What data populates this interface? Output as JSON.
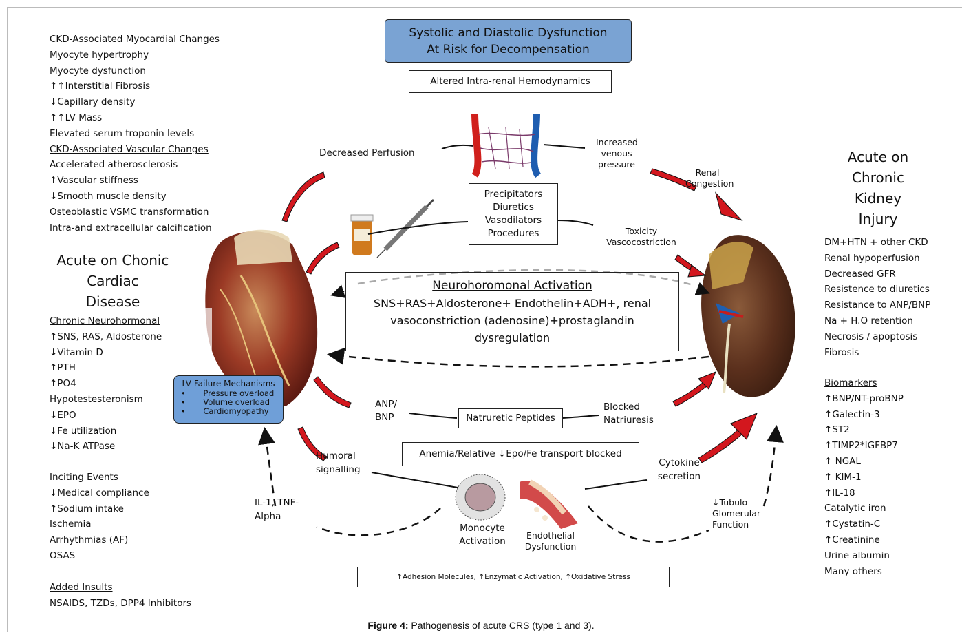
{
  "top_box": {
    "line1": "Systolic and Diastolic Dysfunction",
    "line2": "At Risk for Decompensation"
  },
  "hemodynamics_box": "Altered Intra-renal Hemodynamics",
  "left_column": {
    "myocardial_heading": "CKD-Associated Myocardial Changes",
    "myocardial_items": [
      "Myocyte hypertrophy",
      "Myocyte dysfunction",
      "↑↑Interstitial Fibrosis",
      "↓Capillary density",
      "↑↑LV Mass",
      "Elevated serum troponin levels"
    ],
    "vascular_heading": "CKD-Associated Vascular Changes",
    "vascular_items": [
      "Accelerated atherosclerosis",
      "↑Vascular stiffness",
      "↓Smooth muscle density",
      "Osteoblastic VSMC transformation",
      "Intra-and extracellular calcification"
    ],
    "cardiac_title": [
      "Acute on Chonic",
      "Cardiac",
      "Disease"
    ],
    "neuro_heading": "Chronic Neurohormonal",
    "neuro_items": [
      "↑SNS, RAS, Aldosterone",
      "↓Vitamin D",
      "↑PTH",
      "↑PO4",
      "Hypotestesteronism",
      "↓EPO",
      "↓Fe utilization",
      "↓Na-K ATPase"
    ],
    "inciting_heading": "Inciting Events",
    "inciting_items": [
      "↓Medical compliance",
      "↑Sodium intake",
      "Ischemia",
      "Arrhythmias (AF)",
      "OSAS"
    ],
    "added_heading": "Added Insults",
    "added_items": [
      "NSAIDS, TZDs, DPP4  Inhibitors"
    ]
  },
  "right_column": {
    "kidney_title": [
      "Acute on",
      "Chronic",
      "Kidney",
      "Injury"
    ],
    "kidney_items": [
      "DM+HTN + other CKD",
      "Renal hypoperfusion",
      "Decreased GFR",
      "Resistence to diuretics",
      "Resistance to ANP/BNP",
      "Na + H.O retention",
      "Necrosis / apoptosis",
      "Fibrosis"
    ],
    "biomarkers_heading": "Biomarkers",
    "biomarkers_items": [
      "↑BNP/NT-proBNP",
      "↑Galectin-3",
      "↑ST2",
      "↑TIMP2*IGFBP7",
      "↑ NGAL",
      "↑ KIM-1",
      "↑IL-18",
      "Catalytic iron",
      "↑Cystatin-C",
      "↑Creatinine",
      "Urine albumin",
      "Many others"
    ]
  },
  "labels": {
    "decreased_perfusion": "Decreased  Perfusion",
    "increased_venous": [
      "Increased",
      "venous",
      "pressure"
    ],
    "renal_congestion": [
      "Renal",
      "Congestion"
    ],
    "toxicity": [
      "Toxicity",
      "Vascocostriction"
    ],
    "anp_bnp": [
      "ANP/",
      "BNP"
    ],
    "blocked_natriuresis": [
      "Blocked",
      "Natriuresis"
    ],
    "humoral": [
      "Humoral",
      "signalling"
    ],
    "cytokine": [
      "Cytokine",
      "secretion"
    ],
    "il1": [
      "IL-1, TNF-",
      "Alpha"
    ],
    "tubulo": [
      "↓Tubulo-",
      "Glomerular",
      "Function"
    ],
    "monocyte": [
      "Monocyte",
      "Activation"
    ],
    "endothelial": [
      "Endothelial",
      "Dysfunction"
    ]
  },
  "precipitators": {
    "heading": "Precipitators",
    "items": [
      "Diuretics",
      "Vasodilators",
      "Procedures"
    ]
  },
  "neuro_box": {
    "heading": "Neurohoromonal Activation",
    "text": [
      "SNS+RAS+Aldosterone+ Endothelin+ADH+, renal",
      "vasoconstriction (adenosine)+prostaglandin",
      "dysregulation"
    ]
  },
  "lv_box": {
    "heading": "LV Failure Mechanisms",
    "items": [
      "Pressure overload",
      "Volume overload",
      "Cardiomyopathy"
    ]
  },
  "natriuretic_box": "Natruretic Peptides",
  "anemia_box": "Anemia/Relative ↓Epo/Fe transport blocked",
  "adhesion_box": "↑Adhesion Molecules, ↑Enzymatic Activation, ↑Oxidative Stress",
  "caption": {
    "bold": "Figure 4:",
    "text": " Pathogenesis of acute CRS (type 1 and 3)."
  },
  "colors": {
    "top_box_fill": "#7aa3d3",
    "lv_box_fill": "#6f9fd8",
    "arrow_red": "#d3171e",
    "heart": "#8b2a1c",
    "kidney": "#6b3a22"
  }
}
